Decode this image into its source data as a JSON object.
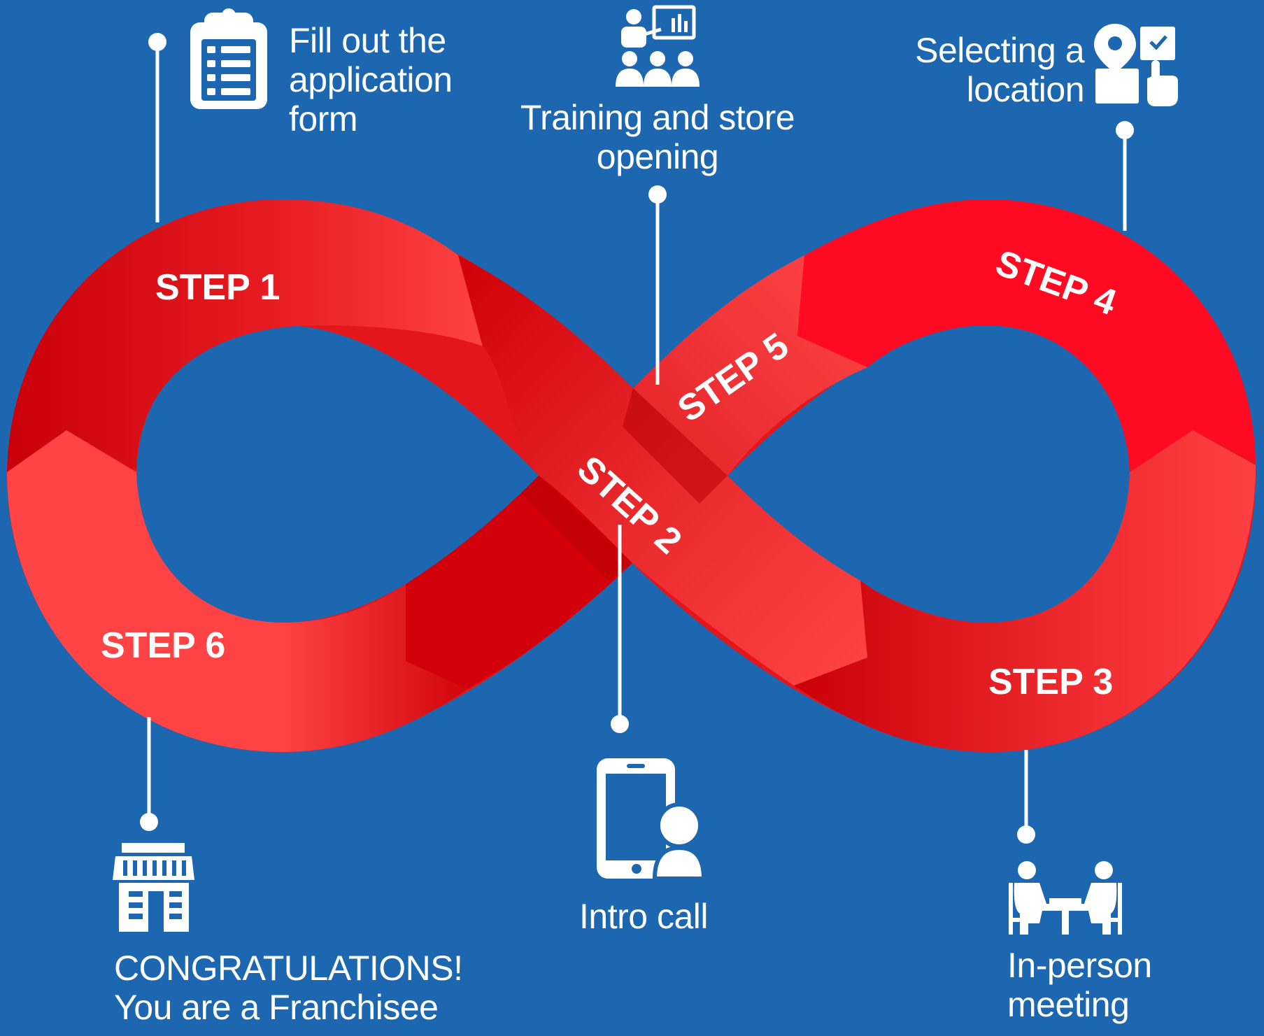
{
  "colors": {
    "background": "#1c67b0",
    "ribbon_dark": "#cf0008",
    "ribbon_light": "#ff4244",
    "ribbon_bright": "#ff0a22",
    "text": "#ffffff"
  },
  "steps": [
    {
      "label": "STEP 1",
      "caption": "Fill out the\napplication\nform",
      "icon": "clipboard-list-icon"
    },
    {
      "label": "STEP 2",
      "caption": "Intro call",
      "icon": "phone-contact-icon"
    },
    {
      "label": "STEP 3",
      "caption": "In-person\nmeeting",
      "icon": "meeting-table-icon"
    },
    {
      "label": "STEP 4",
      "caption": "Selecting a\nlocation",
      "icon": "location-select-icon"
    },
    {
      "label": "STEP 5",
      "caption": "Training and store\nopening",
      "icon": "training-presentation-icon"
    },
    {
      "label": "STEP 6",
      "caption": "CONGRATULATIONS!\nYou are a Franchisee",
      "icon": "storefront-icon"
    }
  ]
}
